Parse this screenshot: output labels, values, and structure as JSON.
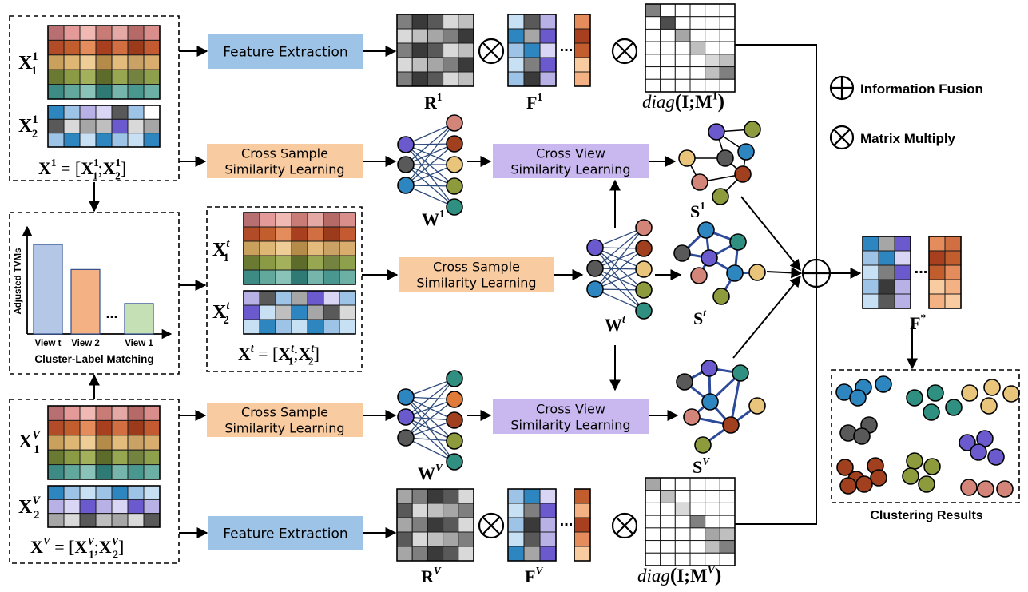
{
  "boxes": {
    "feature_extraction": "Feature Extraction",
    "cross_sample_l1": "Cross Sample",
    "cross_sample_l2": "Similarity Learning",
    "cross_view_l1": "Cross View",
    "cross_view_l2": "Similarity Learning"
  },
  "legend": {
    "fusion": "Information Fusion",
    "multiply": "Matrix Multiply"
  },
  "bar_chart": {
    "ylabel": "Adjusted TVMs",
    "caption": "Cluster-Label Matching",
    "categories": [
      "View t",
      "View 2",
      "View 1"
    ],
    "ellipsis": "...",
    "values": [
      1.0,
      0.72,
      0.34
    ],
    "colors": [
      "#b4c7e7",
      "#f4b183",
      "#c5e0b4"
    ]
  },
  "results_label": "Clustering Results",
  "math": {
    "X": "X",
    "R": "R",
    "F": "F",
    "W": "W",
    "S": "S",
    "diag": "diag",
    "I": "I",
    "M": "M",
    "sup_1": "1",
    "sup_t": "t",
    "sup_V": "V",
    "sup_star": "*",
    "sub_1": "1",
    "sub_2": "2",
    "eq": "=",
    "lb": "[",
    "rb": "]",
    "semi": ";",
    "lp": "(",
    "rp": ")"
  },
  "colors": {
    "feature_box": "#9dc3e6",
    "cross_sample_box": "#f8cba0",
    "cross_view_box": "#c9b8ef",
    "node_purple": "#6a5acd",
    "node_gray": "#595959",
    "node_blue": "#2e86c1",
    "node_salmon": "#d4857a",
    "node_rust": "#a0401e",
    "node_tan": "#e8c57a",
    "node_olive": "#8e9b3c",
    "node_teal": "#2f8f80",
    "edge_blue": "#2e4a7a"
  }
}
